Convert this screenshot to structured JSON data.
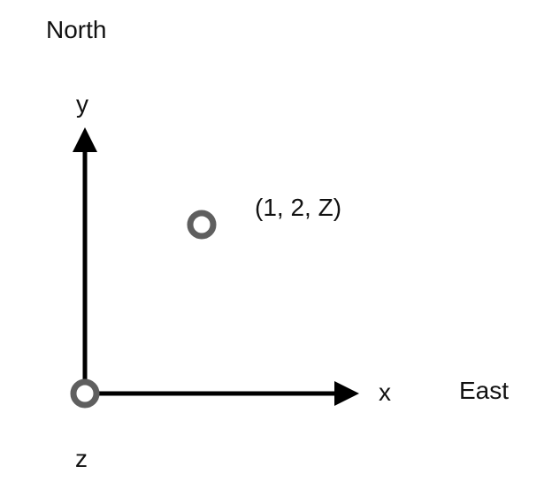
{
  "labels": {
    "north": "North",
    "y_axis": "y",
    "point": "(1, 2, Z)",
    "x_axis": "x",
    "east": "East",
    "z_axis": "z"
  },
  "colors": {
    "axis": "#000000",
    "marker": "#5f5f5f",
    "text": "#111111",
    "background": "#ffffff"
  },
  "icons": {
    "origin": "circle-ring-icon",
    "point": "circle-ring-icon"
  }
}
